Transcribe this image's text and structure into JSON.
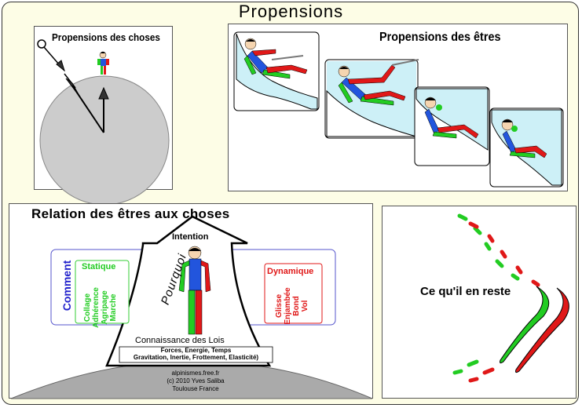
{
  "main_title": "Propensions",
  "panel_choses": {
    "title": "Propensions des choses"
  },
  "panel_etres": {
    "title": "Propensions des êtres"
  },
  "panel_relation": {
    "title": "Relation des êtres aux choses",
    "arrow_label": "Intention",
    "pourquoi": "Pourquoi",
    "comment": "Comment",
    "statique": {
      "title": "Statique",
      "items": [
        "Collage",
        "Adhérence",
        "Agripage",
        "Marche"
      ]
    },
    "dynamique": {
      "title": "Dynamique",
      "items": [
        "Glisse",
        "Enjambée",
        "Bond",
        "Vol"
      ]
    },
    "connaissance": "Connaissance des Lois",
    "laws_line1": "Forces, Energie, Temps",
    "laws_line2": "Gravitation, Inertie, Frottement, Elasticité)",
    "credit_site": "alpinismes.free.fr",
    "credit_author": "(c) 2010 Yves Saliba",
    "credit_place": "Toulouse France"
  },
  "panel_reste": {
    "title": "Ce qu'il en reste"
  },
  "colors": {
    "background": "#fdfde6",
    "green": "#22cc22",
    "red": "#e01818",
    "blue": "#2255dd",
    "ice": "#cdf0f7",
    "ground": "#cccccc"
  }
}
